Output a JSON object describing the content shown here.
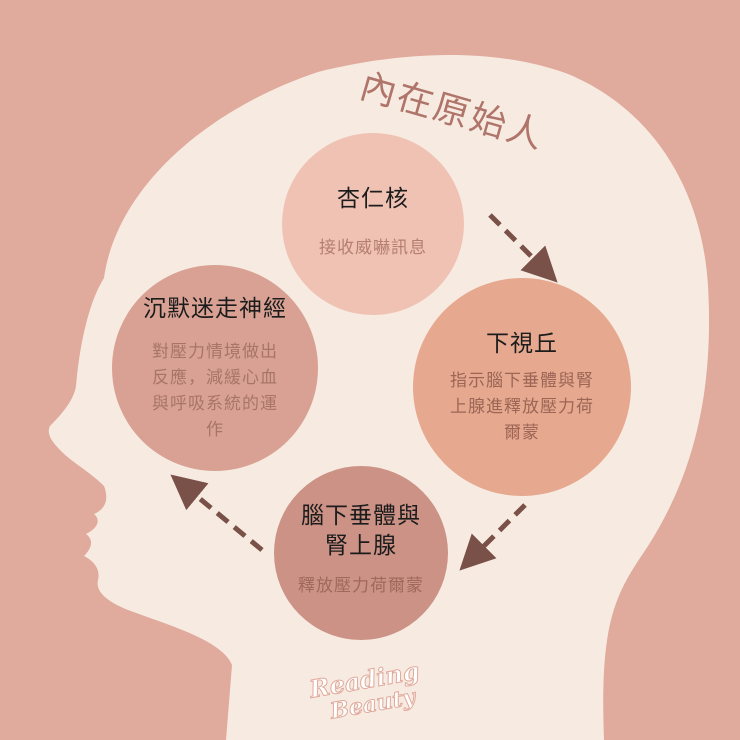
{
  "title": "內在原始人",
  "nodes": {
    "amygdala": {
      "title": "杏仁核",
      "desc": "接收威嚇訊息"
    },
    "hypothalamus": {
      "title": "下視丘",
      "desc": "指示腦下垂體與腎上腺進釋放壓力荷爾蒙"
    },
    "pituitary_adrenal": {
      "title": "腦下垂體與腎上腺",
      "desc": "釋放壓力荷爾蒙"
    },
    "vagus": {
      "title": "沉默迷走神經",
      "desc": "對壓力情境做出反應，減緩心血與呼吸系統的運作"
    }
  },
  "logo": {
    "line1": "Reading",
    "line2": "Beauty"
  },
  "colors": {
    "background": "#e0aa9c",
    "head": "#f7ebe1",
    "arrow": "#7a5148",
    "amygdala": "#efc2b4",
    "hypothalamus": "#e6a990",
    "pituitary_adrenal": "#cb9285",
    "vagus": "#d9a194",
    "title_text": "#b0756a"
  }
}
